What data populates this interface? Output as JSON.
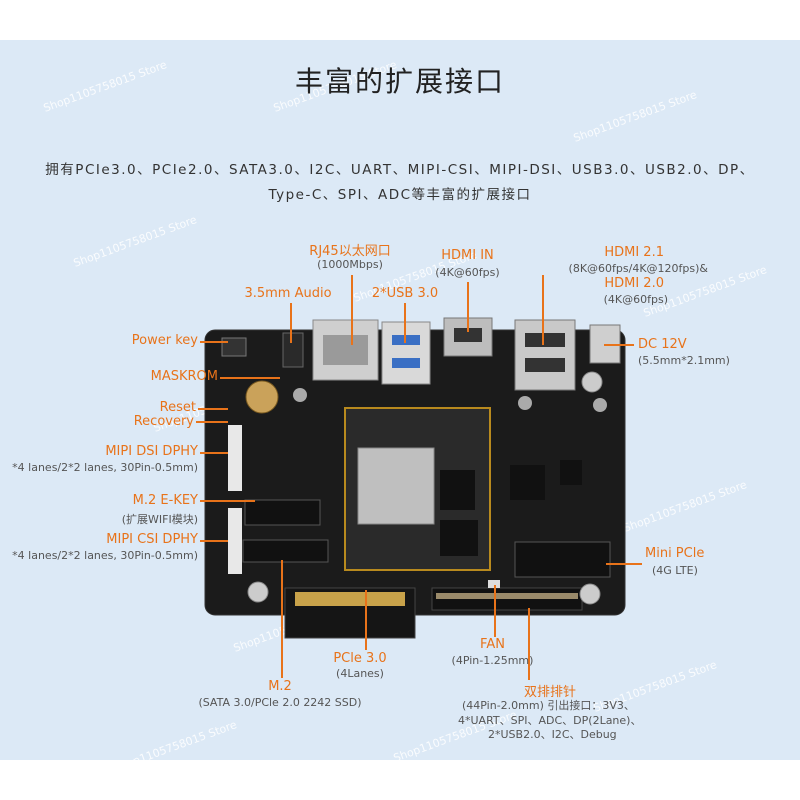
{
  "heading": "丰富的扩展接口",
  "description": [
    "拥有PCIe3.0、PCIe2.0、SATA3.0、I2C、UART、MIPI-CSI、MIPI-DSI、USB3.0、USB2.0、DP、",
    "Type-C、SPI、ADC等丰富的扩展接口"
  ],
  "labels": {
    "rj45": "RJ45以太网口",
    "rj45_sub": "(1000Mbps)",
    "hdmi_in": "HDMI IN",
    "hdmi_in_sub": "(4K@60fps)",
    "hdmi21": "HDMI 2.1",
    "hdmi21_sub": "(8K@60fps/4K@120fps)&",
    "hdmi20": "HDMI 2.0",
    "hdmi20_sub": "(4K@60fps)",
    "audio": "3.5mm Audio",
    "usb3": "2*USB 3.0",
    "power_key": "Power key",
    "maskrom": "MASKROM",
    "reset": "Reset",
    "recovery": "Recovery",
    "mipi_dsi": "MIPI DSI DPHY",
    "mipi_dsi_sub": "*4 lanes/2*2 lanes, 30Pin-0.5mm)",
    "m2ekey": "M.2 E-KEY",
    "m2ekey_sub": "(扩展WIFI模块)",
    "mipi_csi": "MIPI CSI DPHY",
    "mipi_csi_sub": "*4 lanes/2*2 lanes, 30Pin-0.5mm)",
    "dc12v": "DC 12V",
    "dc12v_sub": "(5.5mm*2.1mm)",
    "minipcie": "Mini PCle",
    "minipcie_sub": "(4G LTE)",
    "fan": "FAN",
    "fan_sub": "(4Pin-1.25mm)",
    "pcie3": "PCle 3.0",
    "pcie3_sub": "(4Lanes)",
    "m2": "M.2",
    "m2_sub": "(SATA 3.0/PCle 2.0 2242 SSD)",
    "header": "双排排针",
    "header_sub1": "(44Pin-2.0mm) 引出接口：3V3、",
    "header_sub2": "4*UART、SPI、ADC、DP(2Lane)、",
    "header_sub3": "2*USB2.0、I2C、Debug"
  },
  "watermark": "Shop1105758015 Store",
  "colors": {
    "accent": "#e8731a",
    "background": "#dce9f6",
    "board": "#1a1a1a"
  }
}
